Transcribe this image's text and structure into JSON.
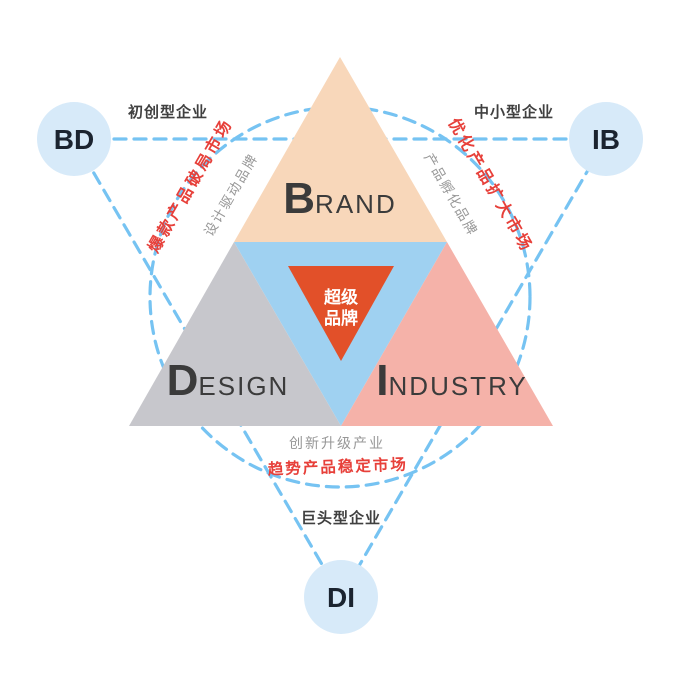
{
  "diagram": {
    "corner_nodes": {
      "bd": {
        "label": "BD",
        "enterprise_type": "初创型企业"
      },
      "ib": {
        "label": "IB",
        "enterprise_type": "中小型企业"
      },
      "di": {
        "label": "DI",
        "enterprise_type": "巨头型企业"
      }
    },
    "sections": {
      "brand": {
        "initial": "B",
        "rest": "RAND"
      },
      "design": {
        "initial": "D",
        "rest": "ESIGN"
      },
      "industry": {
        "initial": "I",
        "rest": "NDUSTRY"
      },
      "super_brand": {
        "line1": "超级",
        "line2": "品牌"
      }
    },
    "edge_labels": {
      "left_outer_red": "爆款产品破局市场",
      "left_inner_gray": "设计驱动品牌",
      "right_outer_red": "优化产品扩大市场",
      "right_inner_gray": "产品孵化品牌",
      "bottom_inner_gray": "创新升级产业",
      "bottom_outer_red": "趋势产品稳定市场"
    },
    "colors": {
      "dashed_blue": "#76c3f2",
      "brand_fill": "#f8d7ba",
      "design_fill": "#c7c7cc",
      "industry_fill": "#f5b2a9",
      "center_blue_fill": "#9fd1f1",
      "super_orange_fill": "#e25029",
      "super_text": "#ffffff",
      "section_text": "#3b3b3b",
      "red_text": "#e7403a",
      "gray_text": "#979797",
      "dark_text": "#404040",
      "node_fill": "#d7eaf9",
      "node_text": "#1b2430"
    }
  }
}
